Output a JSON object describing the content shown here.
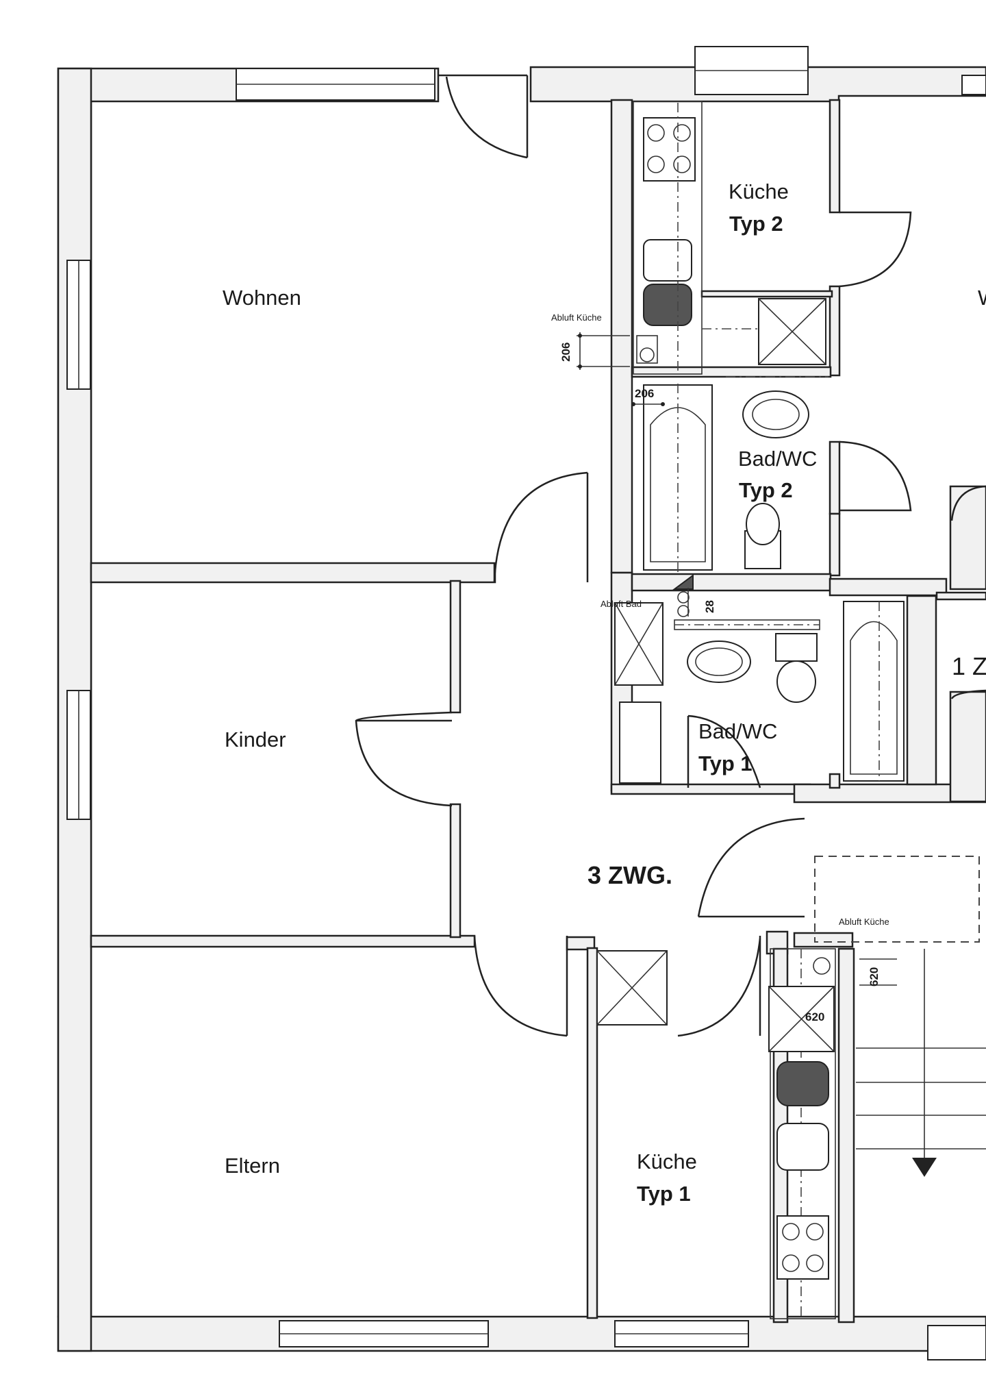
{
  "rooms": {
    "wohnen": "Wohnen",
    "kinder": "Kinder",
    "eltern": "Eltern",
    "kueche_typ2_name": "Küche",
    "kueche_typ2_type": "Typ 2",
    "bad_typ2_name": "Bad/WC",
    "bad_typ2_type": "Typ 2",
    "bad_typ1_name": "Bad/WC",
    "bad_typ1_type": "Typ 1",
    "kueche_typ1_name": "Küche",
    "kueche_typ1_type": "Typ 1",
    "apartment": "3 ZWG.",
    "neighbor_apartment": "1 Z",
    "neighbor_room": "W"
  },
  "annotations": {
    "abluft_kueche_top": "Abluft Küche",
    "abluft_bad": "Abluft Bad",
    "abluft_kueche_stair": "Abluft Küche"
  },
  "dimensions": {
    "d1": "206",
    "d2": "206",
    "d3": "28",
    "d4": "620",
    "d5": "620"
  },
  "colors": {
    "wall_fill": "#f1f1f1",
    "line": "#222222",
    "paper": "#ffffff"
  }
}
